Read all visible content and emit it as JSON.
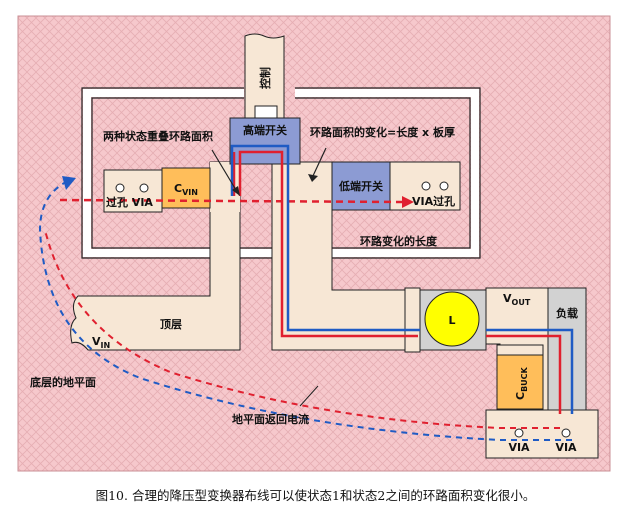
{
  "labels": {
    "control": "控制",
    "high_side_switch": "高端开关",
    "low_side_switch": "低端开关",
    "overlap_loop": "两种状态重叠环路面积",
    "loop_change_formula": "环路面积的变化=长度 x 板厚",
    "loop_change_length": "环路变化的长度",
    "via_left": "过孔  VIA",
    "via_right": "VIA过孔",
    "cvin_main": "C",
    "cvin_sub": "VIN",
    "top_layer": "顶层",
    "vin_main": "V",
    "vin_sub": "IN",
    "bottom_ground": "底层的地平面",
    "ground_return": "地平面返回电流",
    "inductor": "L",
    "vout_main": "V",
    "vout_sub": "OUT",
    "load": "负载",
    "cbuck_main": "C",
    "cbuck_sub": "BUCK",
    "via_bottom_1": "VIA",
    "via_bottom_2": "VIA"
  },
  "caption": "图10. 合理的降压型变换器布线可以使状态1和状态2之间的环路面积变化很小。",
  "colors": {
    "background_hatch": "#f6c8cc",
    "hatch_line": "#e6aeb3",
    "trace_fill": "#f7e7d5",
    "switch_fill": "#8c9bd3",
    "load_fill": "#d2d2d2",
    "inductor_fill": "#ffff00",
    "cbuck_fill": "#ffbe5a",
    "cvin_fill": "#ffbe5a",
    "red_path": "#e0202f",
    "blue_path": "#1f5bc4"
  }
}
